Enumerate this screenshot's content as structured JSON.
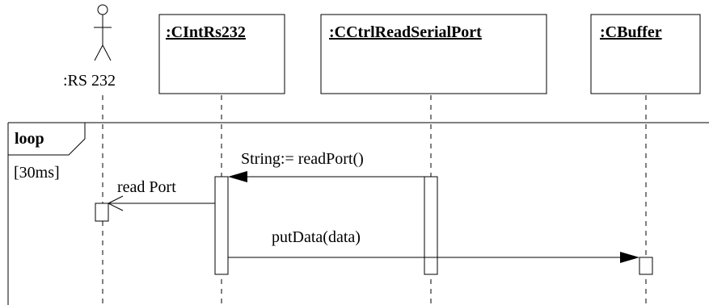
{
  "actor": {
    "name": ":RS 232",
    "icon": "stick-figure-icon"
  },
  "objects": {
    "intrs232": ":CIntRs232",
    "ctrl": ":CCtrlReadSerialPort",
    "buffer": ":CBuffer"
  },
  "fragment": {
    "operator": "loop",
    "guard": "[30ms]"
  },
  "messages": {
    "readport_return": "String:= readPort()",
    "read_port": "read Port",
    "putdata": "putData(data)"
  },
  "colors": {
    "line": "#000000",
    "background": "#ffffff"
  }
}
